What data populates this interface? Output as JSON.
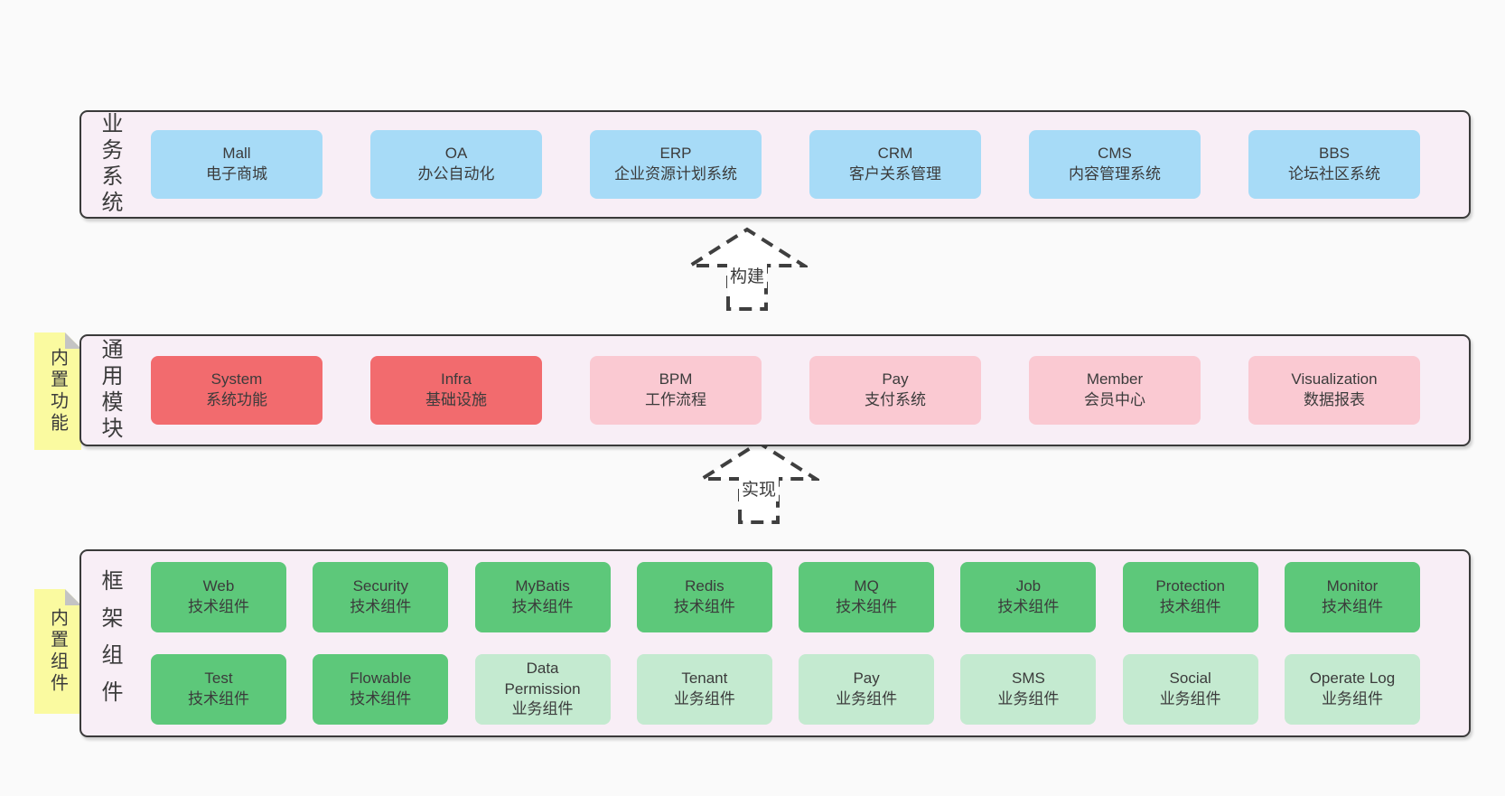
{
  "colors": {
    "page": "#fafafa",
    "band": "#f8eef6",
    "border": "#3a3a3a",
    "text": "#3b3b3b",
    "blue": "#a7dbf7",
    "red": "#f26b6e",
    "pink": "#fac9d2",
    "green": "#5dc87a",
    "lightgreen": "#c4ead0",
    "note": "#fafaa0",
    "fold": "#c4c4c4"
  },
  "arrows": [
    {
      "label": "构建"
    },
    {
      "label": "实现"
    }
  ],
  "bands": [
    {
      "label": "业务系统",
      "rows": [
        [
          {
            "title": "Mall",
            "subtitle": "电子商城",
            "variant": "blue"
          },
          {
            "title": "OA",
            "subtitle": "办公自动化",
            "variant": "blue"
          },
          {
            "title": "ERP",
            "subtitle": "企业资源计划系统",
            "variant": "blue"
          },
          {
            "title": "CRM",
            "subtitle": "客户关系管理",
            "variant": "blue"
          },
          {
            "title": "CMS",
            "subtitle": "内容管理系统",
            "variant": "blue"
          },
          {
            "title": "BBS",
            "subtitle": "论坛社区系统",
            "variant": "blue"
          }
        ]
      ]
    },
    {
      "label": "通用模块",
      "note": "内置功能",
      "rows": [
        [
          {
            "title": "System",
            "subtitle": "系统功能",
            "variant": "red"
          },
          {
            "title": "Infra",
            "subtitle": "基础设施",
            "variant": "red"
          },
          {
            "title": "BPM",
            "subtitle": "工作流程",
            "variant": "pink"
          },
          {
            "title": "Pay",
            "subtitle": "支付系统",
            "variant": "pink"
          },
          {
            "title": "Member",
            "subtitle": "会员中心",
            "variant": "pink"
          },
          {
            "title": "Visualization",
            "subtitle": "数据报表",
            "variant": "pink"
          }
        ]
      ]
    },
    {
      "label": "框架组件",
      "note": "内置组件",
      "rows": [
        [
          {
            "title": "Web",
            "subtitle": "技术组件",
            "variant": "green"
          },
          {
            "title": "Security",
            "subtitle": "技术组件",
            "variant": "green"
          },
          {
            "title": "MyBatis",
            "subtitle": "技术组件",
            "variant": "green"
          },
          {
            "title": "Redis",
            "subtitle": "技术组件",
            "variant": "green"
          },
          {
            "title": "MQ",
            "subtitle": "技术组件",
            "variant": "green"
          },
          {
            "title": "Job",
            "subtitle": "技术组件",
            "variant": "green"
          },
          {
            "title": "Protection",
            "subtitle": "技术组件",
            "variant": "green"
          },
          {
            "title": "Monitor",
            "subtitle": "技术组件",
            "variant": "green"
          }
        ],
        [
          {
            "title": "Test",
            "subtitle": "技术组件",
            "variant": "green"
          },
          {
            "title": "Flowable",
            "subtitle": "技术组件",
            "variant": "green"
          },
          {
            "title": "Data Permission",
            "subtitle": "业务组件",
            "variant": "lightgreen"
          },
          {
            "title": "Tenant",
            "subtitle": "业务组件",
            "variant": "lightgreen"
          },
          {
            "title": "Pay",
            "subtitle": "业务组件",
            "variant": "lightgreen"
          },
          {
            "title": "SMS",
            "subtitle": "业务组件",
            "variant": "lightgreen"
          },
          {
            "title": "Social",
            "subtitle": "业务组件",
            "variant": "lightgreen"
          },
          {
            "title": "Operate Log",
            "subtitle": "业务组件",
            "variant": "lightgreen"
          }
        ]
      ]
    }
  ]
}
